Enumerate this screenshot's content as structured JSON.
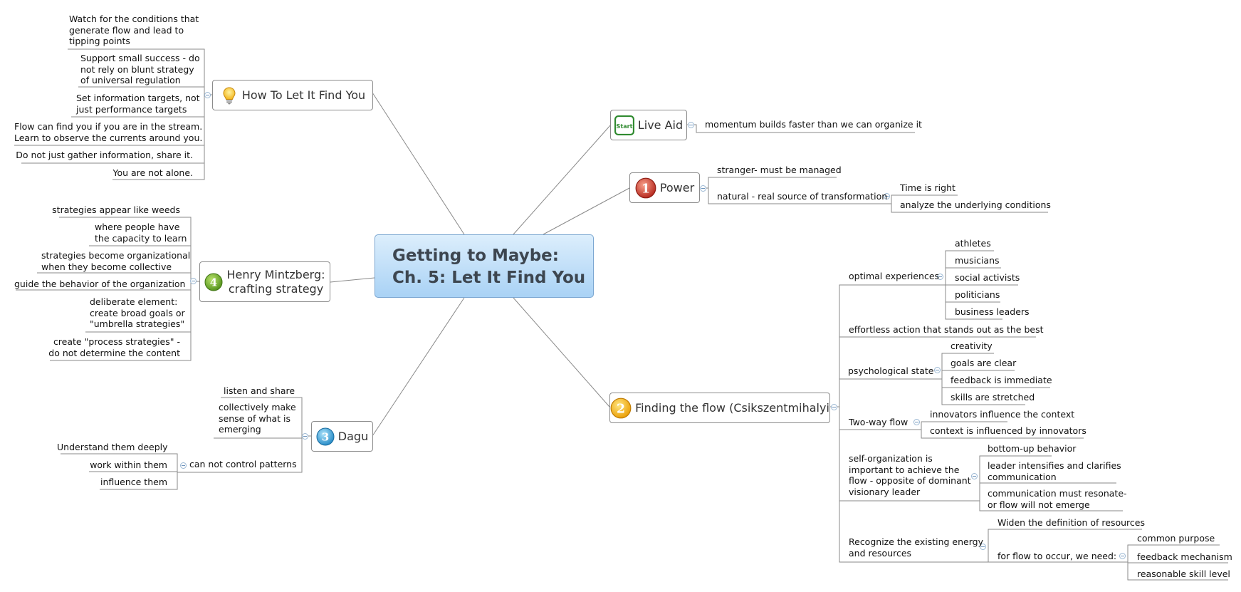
{
  "central": {
    "line1": "Getting to Maybe:",
    "line2": "Ch. 5: Let It Find You"
  },
  "topics": {
    "how": "How To Let It Find You",
    "henry1": "Henry Mintzberg:",
    "henry2": "crafting strategy",
    "dagu": "Dagu",
    "liveaid": "Live Aid",
    "power": "Power",
    "flow": "Finding the flow (Csikszentmihalyi"
  },
  "icons": {
    "how": "lightbulb-icon",
    "henry": "priority-4-icon",
    "dagu": "priority-3-icon",
    "liveaid": "start-icon",
    "power": "priority-1-icon",
    "flow": "priority-2-icon",
    "start_text": "Start",
    "p1": "1",
    "p2": "2",
    "p3": "3",
    "p4": "4"
  },
  "how": {
    "a1": "Watch for the conditions that",
    "a2": "generate flow and lead to",
    "a3": "tipping points",
    "b1": "Support small success - do",
    "b2": "not rely on blunt strategy",
    "b3": "of universal regulation",
    "c1": "Set information targets, not",
    "c2": "just performance targets",
    "d1": "Flow can find you if you are in the stream.",
    "d2": "Learn to observe the currents around you.",
    "e": "Do not just gather information, share it.",
    "f": "You are not alone."
  },
  "henry": {
    "a": "strategies appear like weeds",
    "b1": "where people have",
    "b2": "the capacity to learn",
    "c1": "strategies become organizational",
    "c2": "when they become collective",
    "d": "guide the behavior of the organization",
    "e1": "deliberate element:",
    "e2": "create broad goals or",
    "e3": "\"umbrella strategies\"",
    "f1": "create \"process strategies\" -",
    "f2": "do not determine the content"
  },
  "dagu": {
    "a": "listen and share",
    "b1": "collectively make",
    "b2": "sense of what is",
    "b3": "emerging",
    "c": "can not control patterns",
    "c1": "Understand them deeply",
    "c2": "work within them",
    "c3": "influence them"
  },
  "liveaid": {
    "a": "momentum builds faster than we can organize it"
  },
  "power": {
    "a": "stranger- must be managed",
    "b": "natural - real source of transformation",
    "b1": "Time is right",
    "b2": "analyze the underlying conditions"
  },
  "flow": {
    "opt": "optimal experiences",
    "opt_items": [
      "athletes",
      "musicians",
      "social activists",
      "politicians",
      "business leaders"
    ],
    "eff": "effortless action that stands out as the best",
    "psy": "psychological state",
    "psy_items": [
      "creativity",
      "goals are clear",
      "feedback is immediate",
      "skills are stretched"
    ],
    "two": "Two-way flow",
    "two_items": [
      "innovators influence the context",
      "context is influenced by innovators"
    ],
    "self1": "self-organization  is",
    "self2": "important to achieve the",
    "self3": "flow - opposite of dominant",
    "self4": "visionary leader",
    "self_a": "bottom-up behavior",
    "self_b1": "leader intensifies and clarifies",
    "self_b2": "communication",
    "self_c1": "communication must resonate-",
    "self_c2": "or flow will not emerge",
    "rec1": "Recognize the existing energy",
    "rec2": "and resources",
    "rec_a": "Widen the definition of resources",
    "rec_b": "for flow to occur, we  need:",
    "rec_b_items": [
      "common purpose",
      "feedback mechanism",
      "reasonable skill level"
    ]
  }
}
